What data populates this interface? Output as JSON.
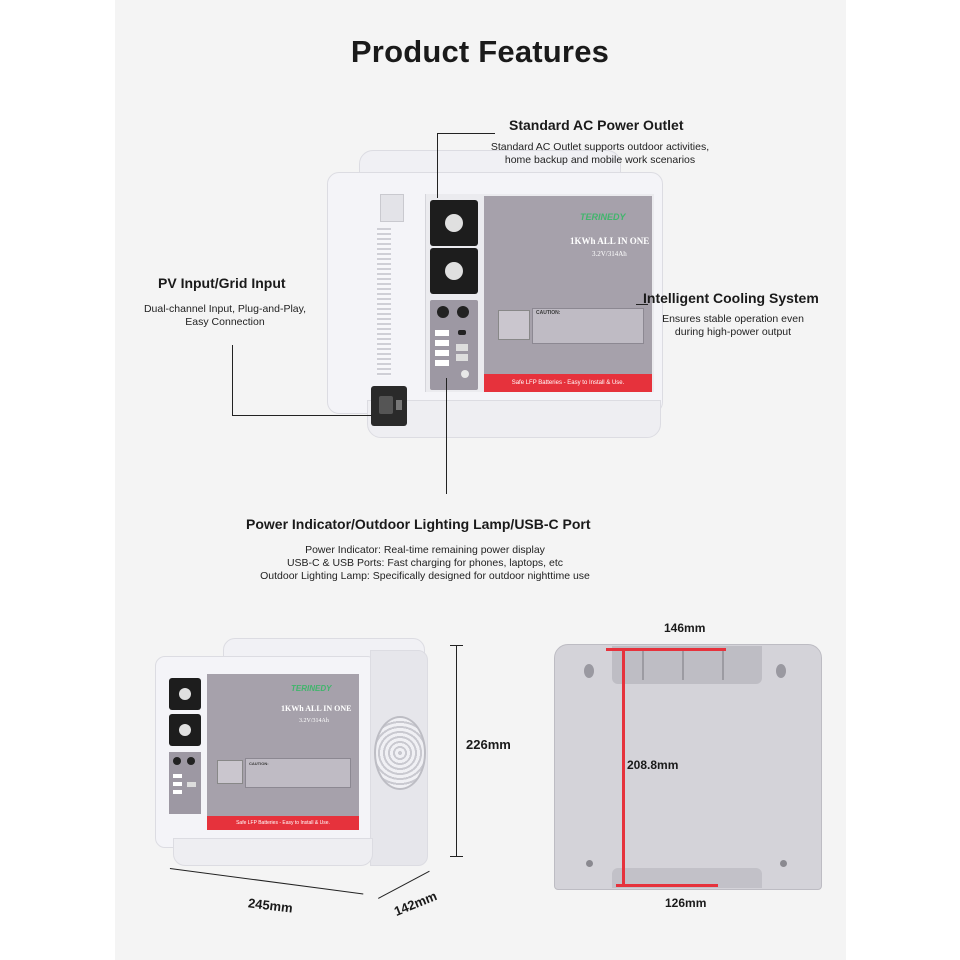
{
  "page": {
    "title": "Product Features"
  },
  "features": {
    "ac_outlet": {
      "title": "Standard AC Power Outlet",
      "lines": [
        "Standard AC Outlet supports outdoor activities,",
        "home backup and mobile work scenarios"
      ]
    },
    "pv_input": {
      "title": "PV Input/Grid Input",
      "lines": [
        "Dual-channel Input, Plug-and-Play,",
        "Easy Connection"
      ]
    },
    "cooling": {
      "title": "Intelligent Cooling System",
      "lines": [
        "Ensures stable operation even",
        "during high-power output"
      ]
    },
    "indicator": {
      "title": "Power Indicator/Outdoor Lighting Lamp/USB-C Port",
      "lines": [
        "Power Indicator: Real-time remaining power display",
        "USB-C & USB Ports: Fast charging for phones, laptops, etc",
        "Outdoor Lighting Lamp: Specifically designed for outdoor nighttime use"
      ]
    }
  },
  "device": {
    "brand": "TERINEDY",
    "model": "1KWh ALL IN ONE",
    "spec": "3.2V/314Ah",
    "caution": "CAUTION:",
    "footer": "Safe LFP Batteries - Easy to Install & Use."
  },
  "dimensions": {
    "height": "226mm",
    "width": "245mm",
    "depth": "142mm",
    "top": "146mm",
    "inner_height": "208.8mm",
    "bottom": "126mm"
  }
}
